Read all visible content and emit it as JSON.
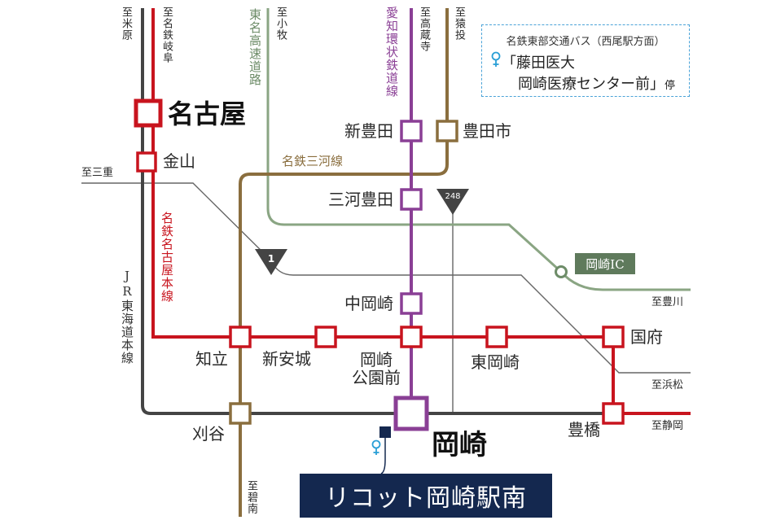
{
  "stations": {
    "nagoya": "名古屋",
    "kanayama": "金山",
    "shin_toyota": "新豊田",
    "toyotashi": "豊田市",
    "mikawa_toyota": "三河豊田",
    "naka_okazaki": "中岡崎",
    "chiryu": "知立",
    "shin_anjo": "新安城",
    "okazaki_koenmae": "岡崎\n公園前",
    "higashi_okazaki": "東岡崎",
    "kou": "国府",
    "toyohashi": "豊橋",
    "kariya": "刈谷",
    "okazaki": "岡崎"
  },
  "directions": {
    "maibara": "至米原",
    "meitetsu_gifu": "至名鉄岐阜",
    "komaki": "至小牧",
    "takakura": "至高蔵寺",
    "sanage": "至猿投",
    "mie": "至三重",
    "toyokawa": "至豊川",
    "hamamatsu": "至浜松",
    "shizuoka": "至静岡",
    "hekinan": "至碧南"
  },
  "lines": {
    "meitetsu_nagoya_main": "名鉄名古屋本線",
    "meitetsu_mikawa": "名鉄三河線",
    "aichi_loop": "愛知環状鉄道線",
    "tomei_expressway": "東名高速道路",
    "jr_tokaido": "JR東海道本線"
  },
  "routes": {
    "r1": "1",
    "r248": "248"
  },
  "interchange": "岡崎IC",
  "bus": {
    "caption": "名鉄東部交通バス（西尾駅方面）",
    "stop_line1": "「藤田医大",
    "stop_line2": "岡崎医療センター前」",
    "stop_suffix": "停"
  },
  "property": "リコット岡崎駅南",
  "colors": {
    "meitetsu_red": "#c8141e",
    "mikawa_gold": "#8a6e3e",
    "aichi_loop_purple": "#8a3f95",
    "expressway_green": "#8aa583",
    "jr_gray": "#444444",
    "road_gray": "#666666",
    "bus_box_blue": "#4aa3d8",
    "property_navy": "#14284f"
  }
}
